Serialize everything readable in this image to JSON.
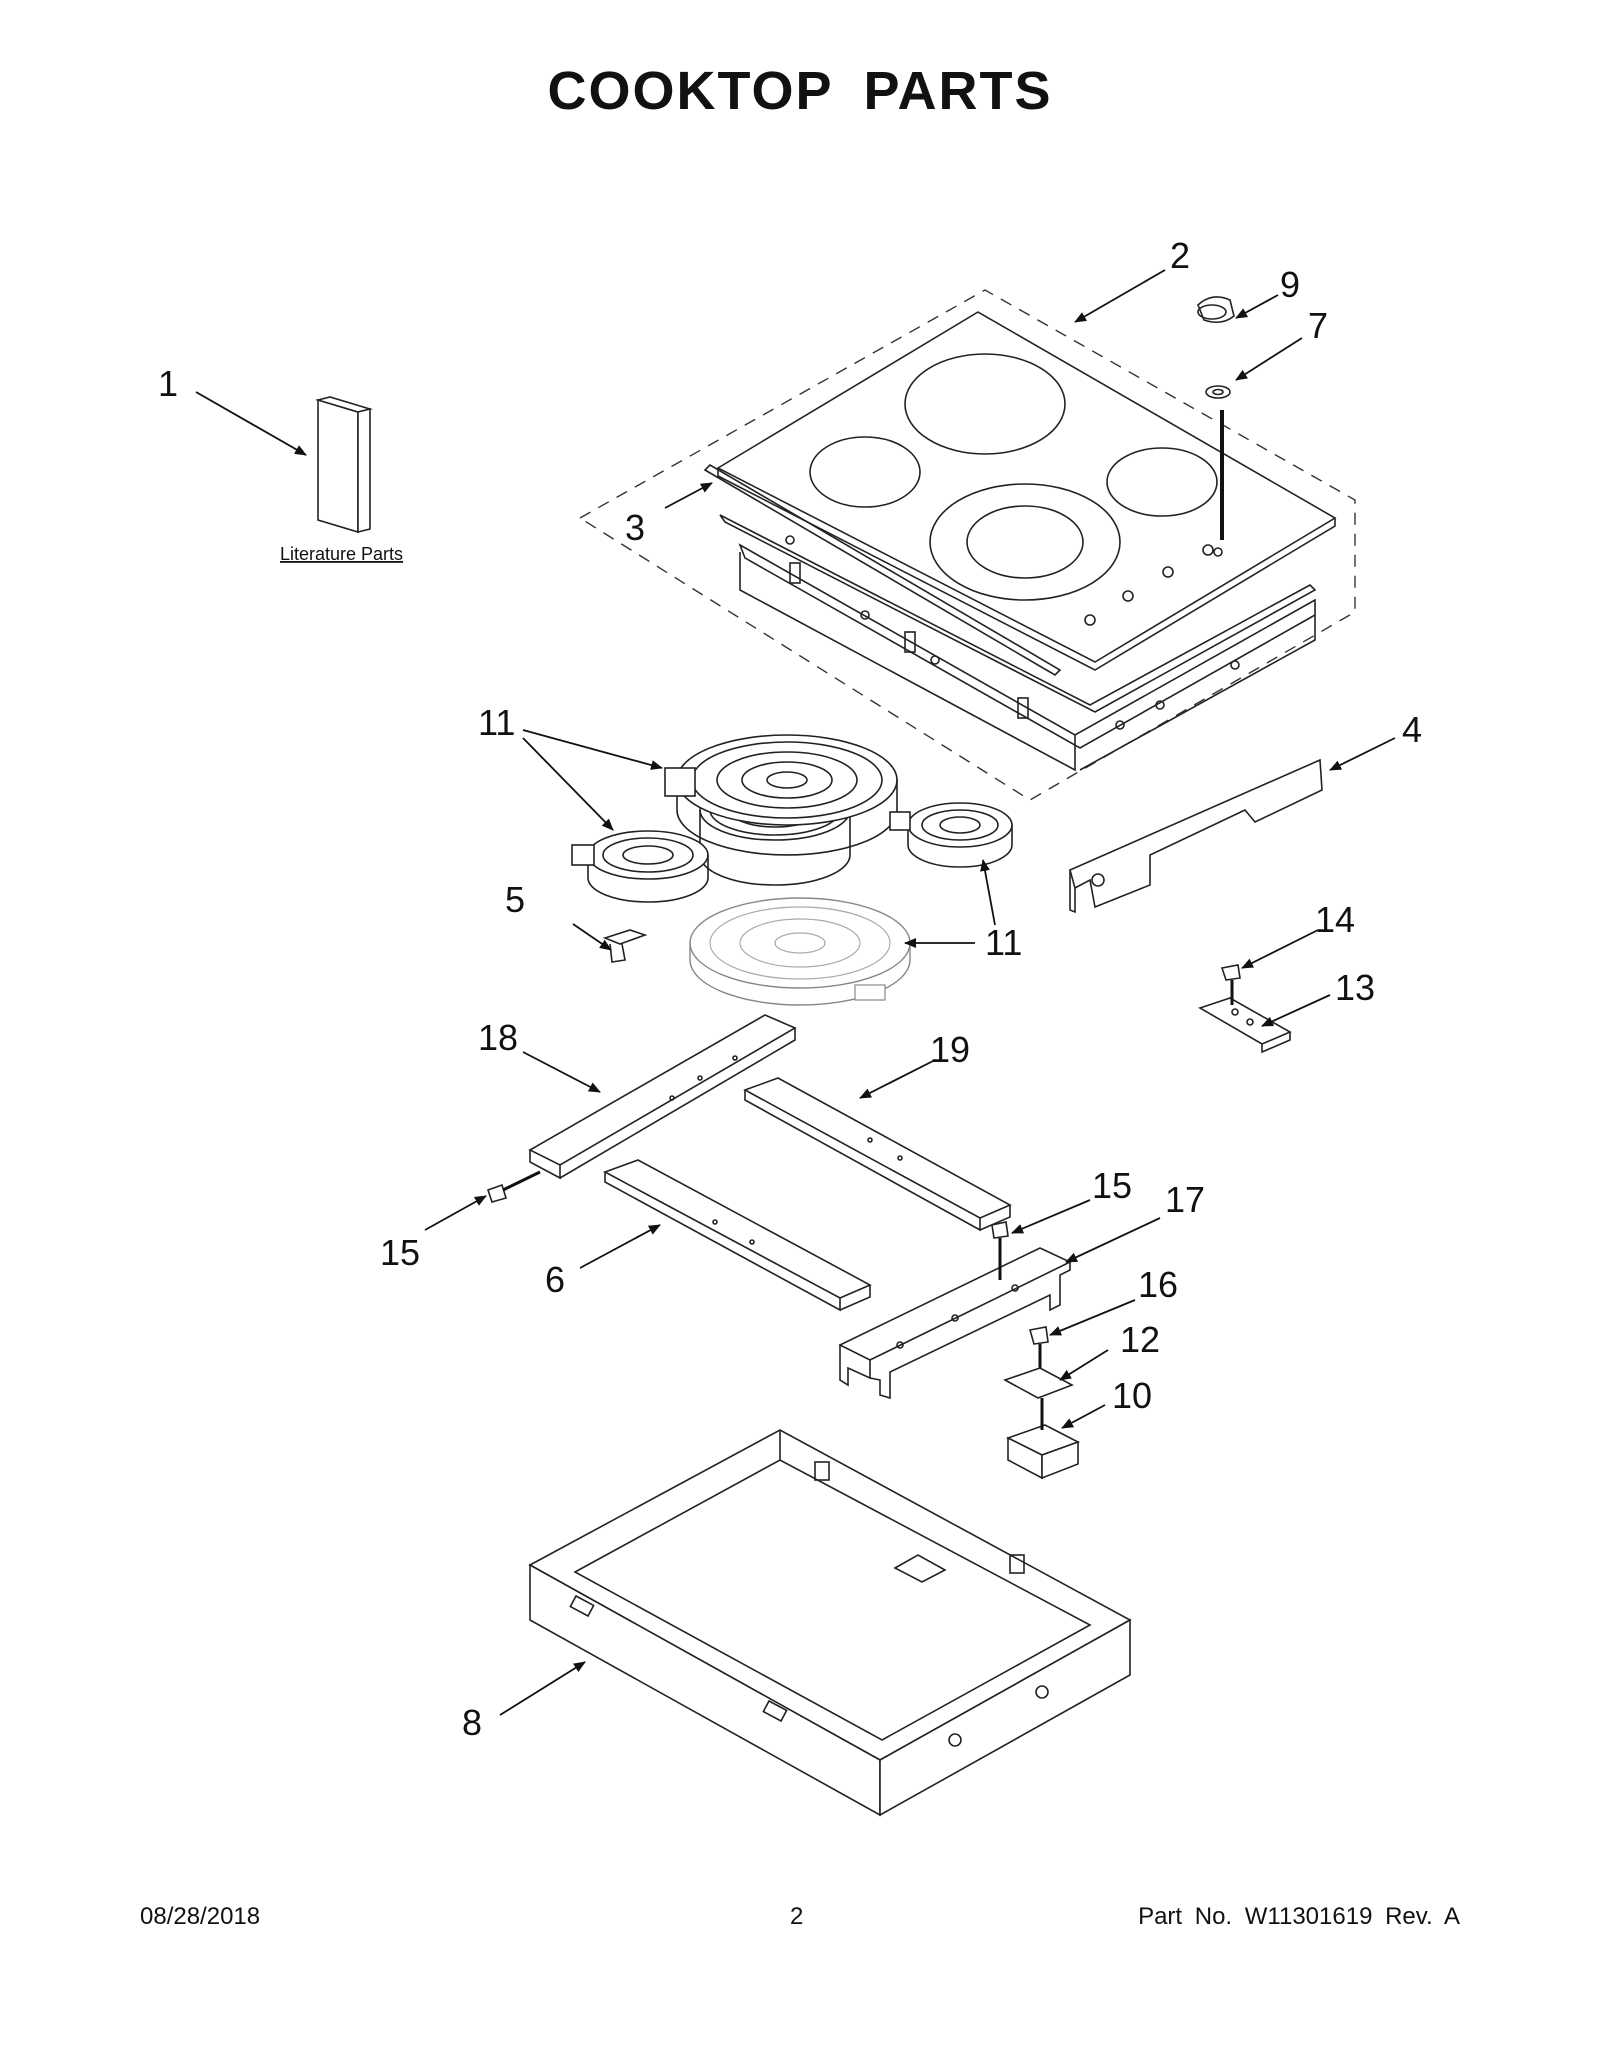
{
  "title": "COOKTOP  PARTS",
  "literature_label": "Literature Parts",
  "callouts": {
    "c1": "1",
    "c2": "2",
    "c3": "3",
    "c4": "4",
    "c5": "5",
    "c6": "6",
    "c7": "7",
    "c8": "8",
    "c9": "9",
    "c10": "10",
    "c11a": "11",
    "c11b": "11",
    "c12": "12",
    "c13": "13",
    "c14": "14",
    "c15a": "15",
    "c15b": "15",
    "c16": "16",
    "c17": "17",
    "c18": "18",
    "c19": "19"
  },
  "footer": {
    "date": "08/28/2018",
    "page": "2",
    "part": "Part No.  W11301619  Rev.  A"
  }
}
